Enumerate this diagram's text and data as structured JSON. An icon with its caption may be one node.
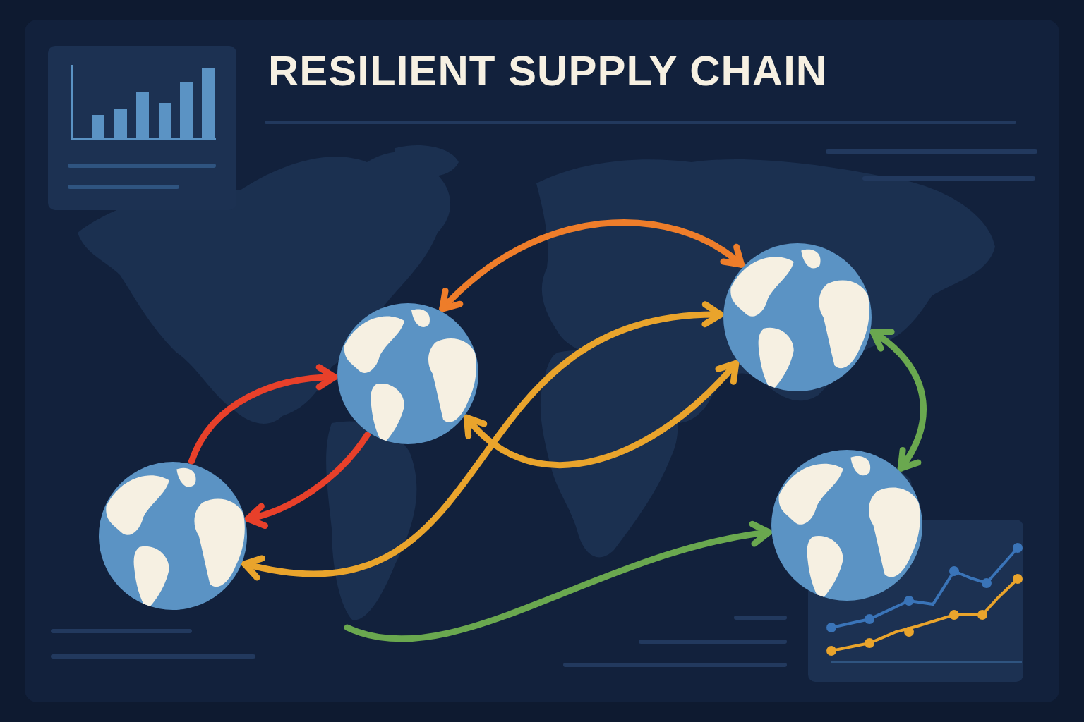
{
  "diagram": {
    "title": "RESILIENT SUPPLY CHAIN",
    "nodes": [
      {
        "text": [],
        "shape": "picture"
      },
      {
        "text": [],
        "shape": "picture"
      },
      {
        "text": [],
        "shape": "picture"
      },
      {
        "text": [],
        "shape": "picture"
      }
    ],
    "edges": [
      {
        "from": 0,
        "to": 1,
        "arrow": "to",
        "color": "#e8402a"
      },
      {
        "from": 1,
        "to": 0,
        "arrow": "to",
        "color": "#e8402a"
      },
      {
        "from": 1,
        "to": 2,
        "arrow": "both",
        "color": "#ee7d2a"
      },
      {
        "from": 0,
        "to": 2,
        "arrow": "both",
        "color": "#e9a42c"
      },
      {
        "from": 1,
        "to": 2,
        "arrow": "both",
        "color": "#e9a42c"
      },
      {
        "from": 2,
        "to": 3,
        "arrow": "both",
        "color": "#6aa84f"
      },
      {
        "from": null,
        "to": 3,
        "arrow": "to",
        "color": "#6aa84f"
      }
    ]
  }
}
